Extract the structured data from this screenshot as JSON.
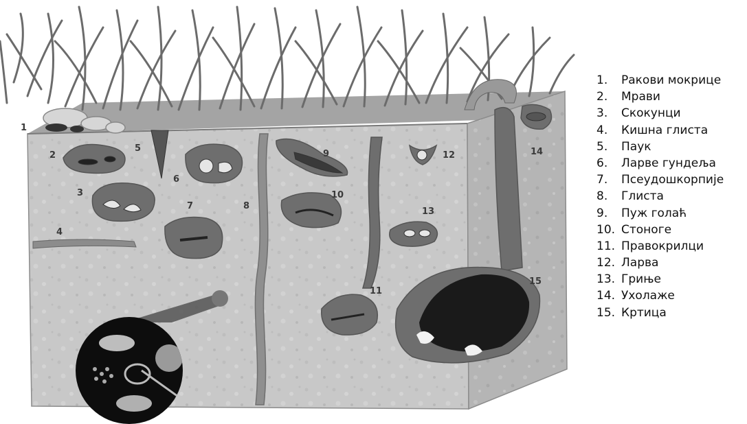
{
  "diagram": {
    "markers": [
      "1",
      "2",
      "3",
      "4",
      "5",
      "6",
      "7",
      "8",
      "9",
      "10",
      "11",
      "12",
      "13",
      "14",
      "15"
    ],
    "legend": [
      {
        "number": "1.",
        "label": "Ракови мокрице"
      },
      {
        "number": "2.",
        "label": "Мрави"
      },
      {
        "number": "3.",
        "label": "Скокунци"
      },
      {
        "number": "4.",
        "label": "Кишна глиста"
      },
      {
        "number": "5.",
        "label": "Паук"
      },
      {
        "number": "6.",
        "label": "Ларве гундеља"
      },
      {
        "number": "7.",
        "label": "Псеудошкорпије"
      },
      {
        "number": "8.",
        "label": "Глиста"
      },
      {
        "number": "9.",
        "label": "Пуж голаћ"
      },
      {
        "number": "10.",
        "label": "Стоноге"
      },
      {
        "number": "11.",
        "label": "Правокрилци"
      },
      {
        "number": "12.",
        "label": "Ларва"
      },
      {
        "number": "13.",
        "label": "Грињe"
      },
      {
        "number": "14.",
        "label": "Ухолаже"
      },
      {
        "number": "15.",
        "label": "Кртица"
      }
    ],
    "colors": {
      "soil_front": "#c8c8c8",
      "soil_side": "#b3b3b3",
      "soil_top": "#9b9b9b",
      "grass": "#6e6e6e",
      "burrow": "#6a6a6a",
      "mole": "#1a1a1a",
      "microscope_bg": "#0d0d0d"
    },
    "icons": [
      "grass-icon",
      "rock-icon",
      "mole-icon",
      "microscope-inset-icon"
    ]
  }
}
